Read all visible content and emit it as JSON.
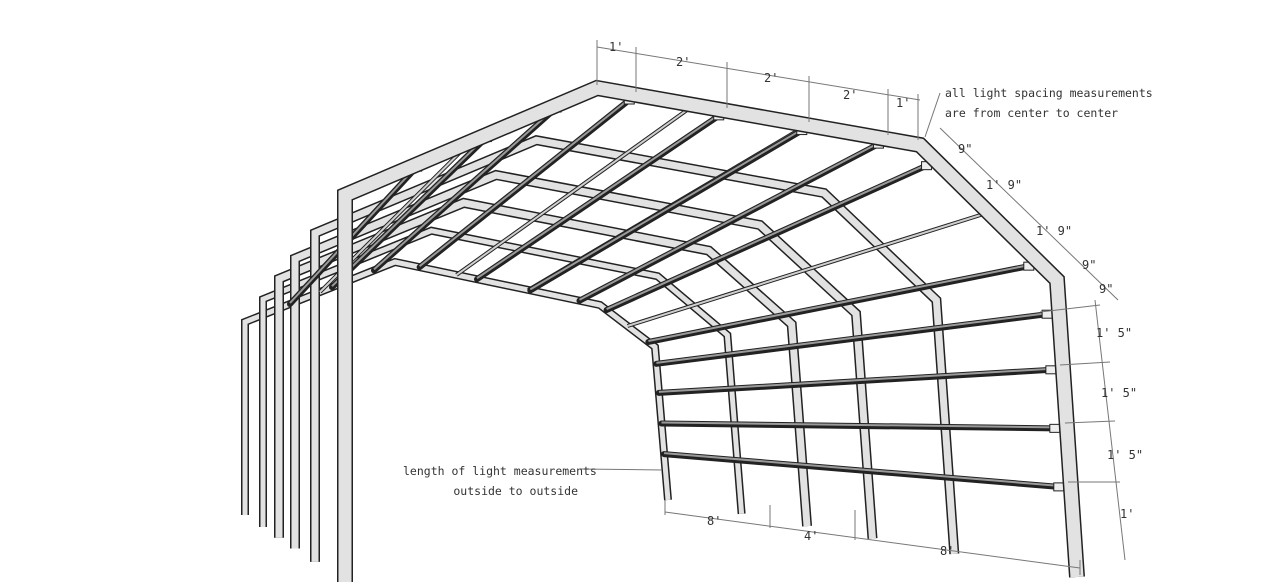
{
  "dimensions": {
    "top": [
      "1'",
      "2'",
      "2'",
      "2'",
      "1'"
    ],
    "right": [
      "9\"",
      "1' 9\"",
      "1' 9\"",
      "9\"",
      "9\"",
      "1' 5\"",
      "1' 5\"",
      "1' 5\"",
      "1'"
    ],
    "bottom": [
      "8'",
      "4'",
      "8'"
    ]
  },
  "notes": {
    "spacing": [
      "all light spacing measurements",
      "are from center to center"
    ],
    "length": [
      "length of light measurements",
      "outside to outside"
    ]
  },
  "colors": {
    "frame_fill": "#e2e2e2",
    "outline": "#222222",
    "dim_line": "#777777"
  }
}
